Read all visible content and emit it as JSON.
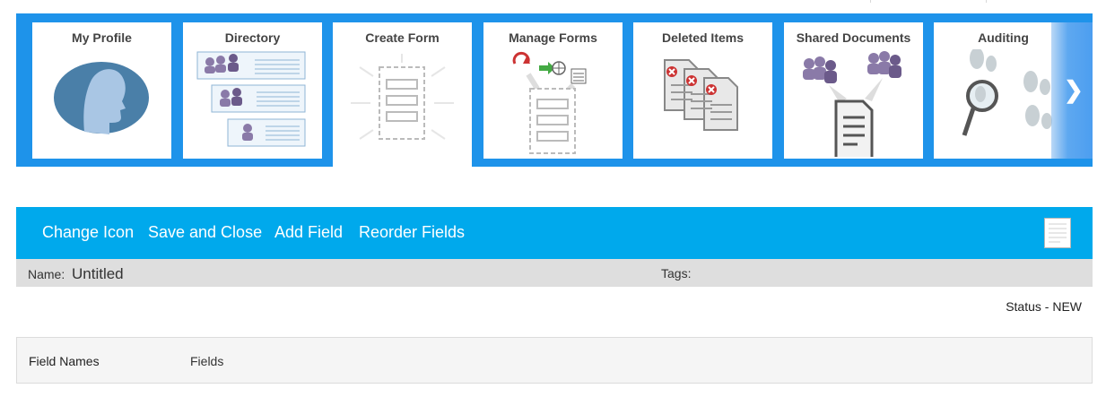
{
  "tiles": [
    {
      "label": "My Profile",
      "icon": "profile-head-icon"
    },
    {
      "label": "Directory",
      "icon": "directory-cards-icon"
    },
    {
      "label": "Create Form",
      "icon": "create-form-icon"
    },
    {
      "label": "Manage Forms",
      "icon": "manage-forms-icon"
    },
    {
      "label": "Deleted Items",
      "icon": "deleted-items-icon"
    },
    {
      "label": "Shared Documents",
      "icon": "shared-documents-icon"
    },
    {
      "label": "Auditing",
      "icon": "auditing-icon"
    }
  ],
  "toolbar": {
    "change_icon": "Change Icon",
    "save_and_close": "Save and Close",
    "add_field": "Add Field",
    "reorder_fields": "Reorder Fields"
  },
  "form": {
    "name_label": "Name:",
    "name_value": "Untitled",
    "tags_label": "Tags:",
    "status": "Status - NEW"
  },
  "fields_table": {
    "col_names": "Field Names",
    "col_fields": "Fields"
  },
  "colors": {
    "ribbon": "#1e93ea",
    "toolbar": "#00a9ec",
    "namebar": "#dedede"
  }
}
